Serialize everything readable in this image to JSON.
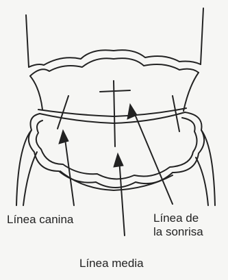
{
  "labels": {
    "canine_line": "Línea canina",
    "smile_line_1": "Línea de",
    "smile_line_2": "la sonrisa",
    "midline": "Línea media"
  },
  "colors": {
    "ink": "#222222",
    "paper": "#f6f6f4"
  }
}
